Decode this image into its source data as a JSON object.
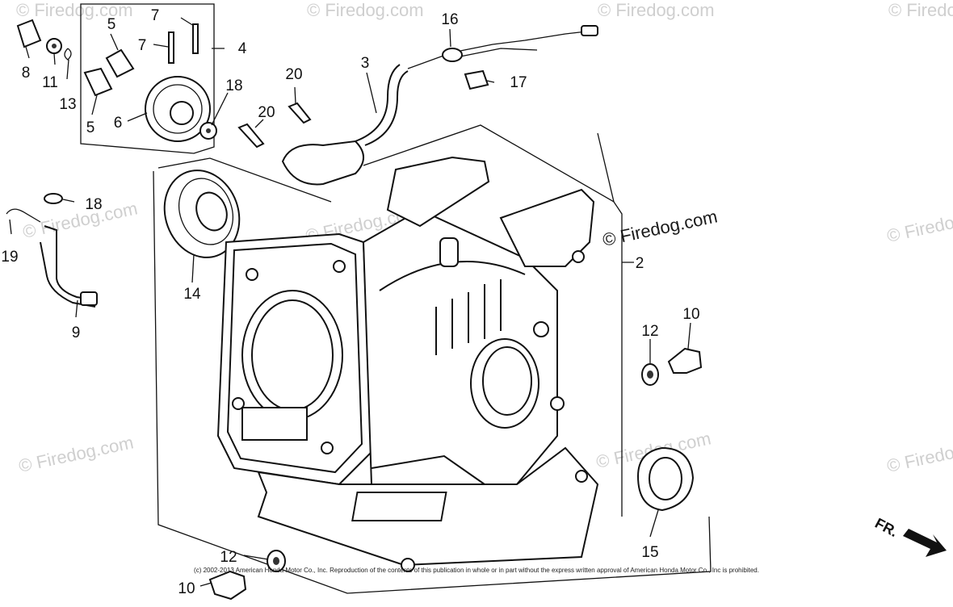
{
  "callouts": [
    {
      "id": "1",
      "label": "8"
    },
    {
      "id": "2",
      "label": "11"
    },
    {
      "id": "3",
      "label": "13"
    },
    {
      "id": "4",
      "label": "5"
    },
    {
      "id": "5",
      "label": "5"
    },
    {
      "id": "6",
      "label": "6"
    },
    {
      "id": "7",
      "label": "7"
    },
    {
      "id": "8",
      "label": "7"
    },
    {
      "id": "9",
      "label": "4"
    },
    {
      "id": "10",
      "label": "18"
    },
    {
      "id": "11",
      "label": "20"
    },
    {
      "id": "12",
      "label": "20"
    },
    {
      "id": "13",
      "label": "3"
    },
    {
      "id": "14",
      "label": "16"
    },
    {
      "id": "15",
      "label": "17"
    },
    {
      "id": "16",
      "label": "18"
    },
    {
      "id": "17",
      "label": "19"
    },
    {
      "id": "18",
      "label": "9"
    },
    {
      "id": "19",
      "label": "14"
    },
    {
      "id": "20",
      "label": "2"
    },
    {
      "id": "21",
      "label": "12"
    },
    {
      "id": "22",
      "label": "10"
    },
    {
      "id": "23",
      "label": "15"
    },
    {
      "id": "24",
      "label": "12"
    },
    {
      "id": "25",
      "label": "10"
    }
  ],
  "watermark": "© Firedog.com",
  "front_indicator": "FR.",
  "copyright": "(c) 2002-2013 American Honda Motor Co., Inc. Reproduction of the contents of this publication in whole or in part without the express written approval of American Honda Motor Co., Inc is prohibited."
}
